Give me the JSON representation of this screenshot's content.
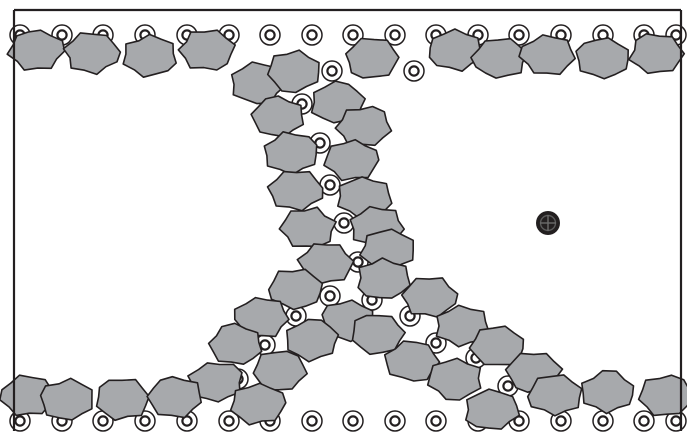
{
  "figure": {
    "colors": {
      "background": "#ffffff",
      "outline": "#231f20",
      "particle_fill": "#a7a9ac",
      "marker_fill": "#231f20"
    },
    "legend_items": [],
    "particle_shape": "irregular-polygon",
    "ring_style": "double-circle",
    "marker_style": "filled-circle-with-crosshair",
    "layout": "bridges-between-two-layers-x-shape"
  }
}
